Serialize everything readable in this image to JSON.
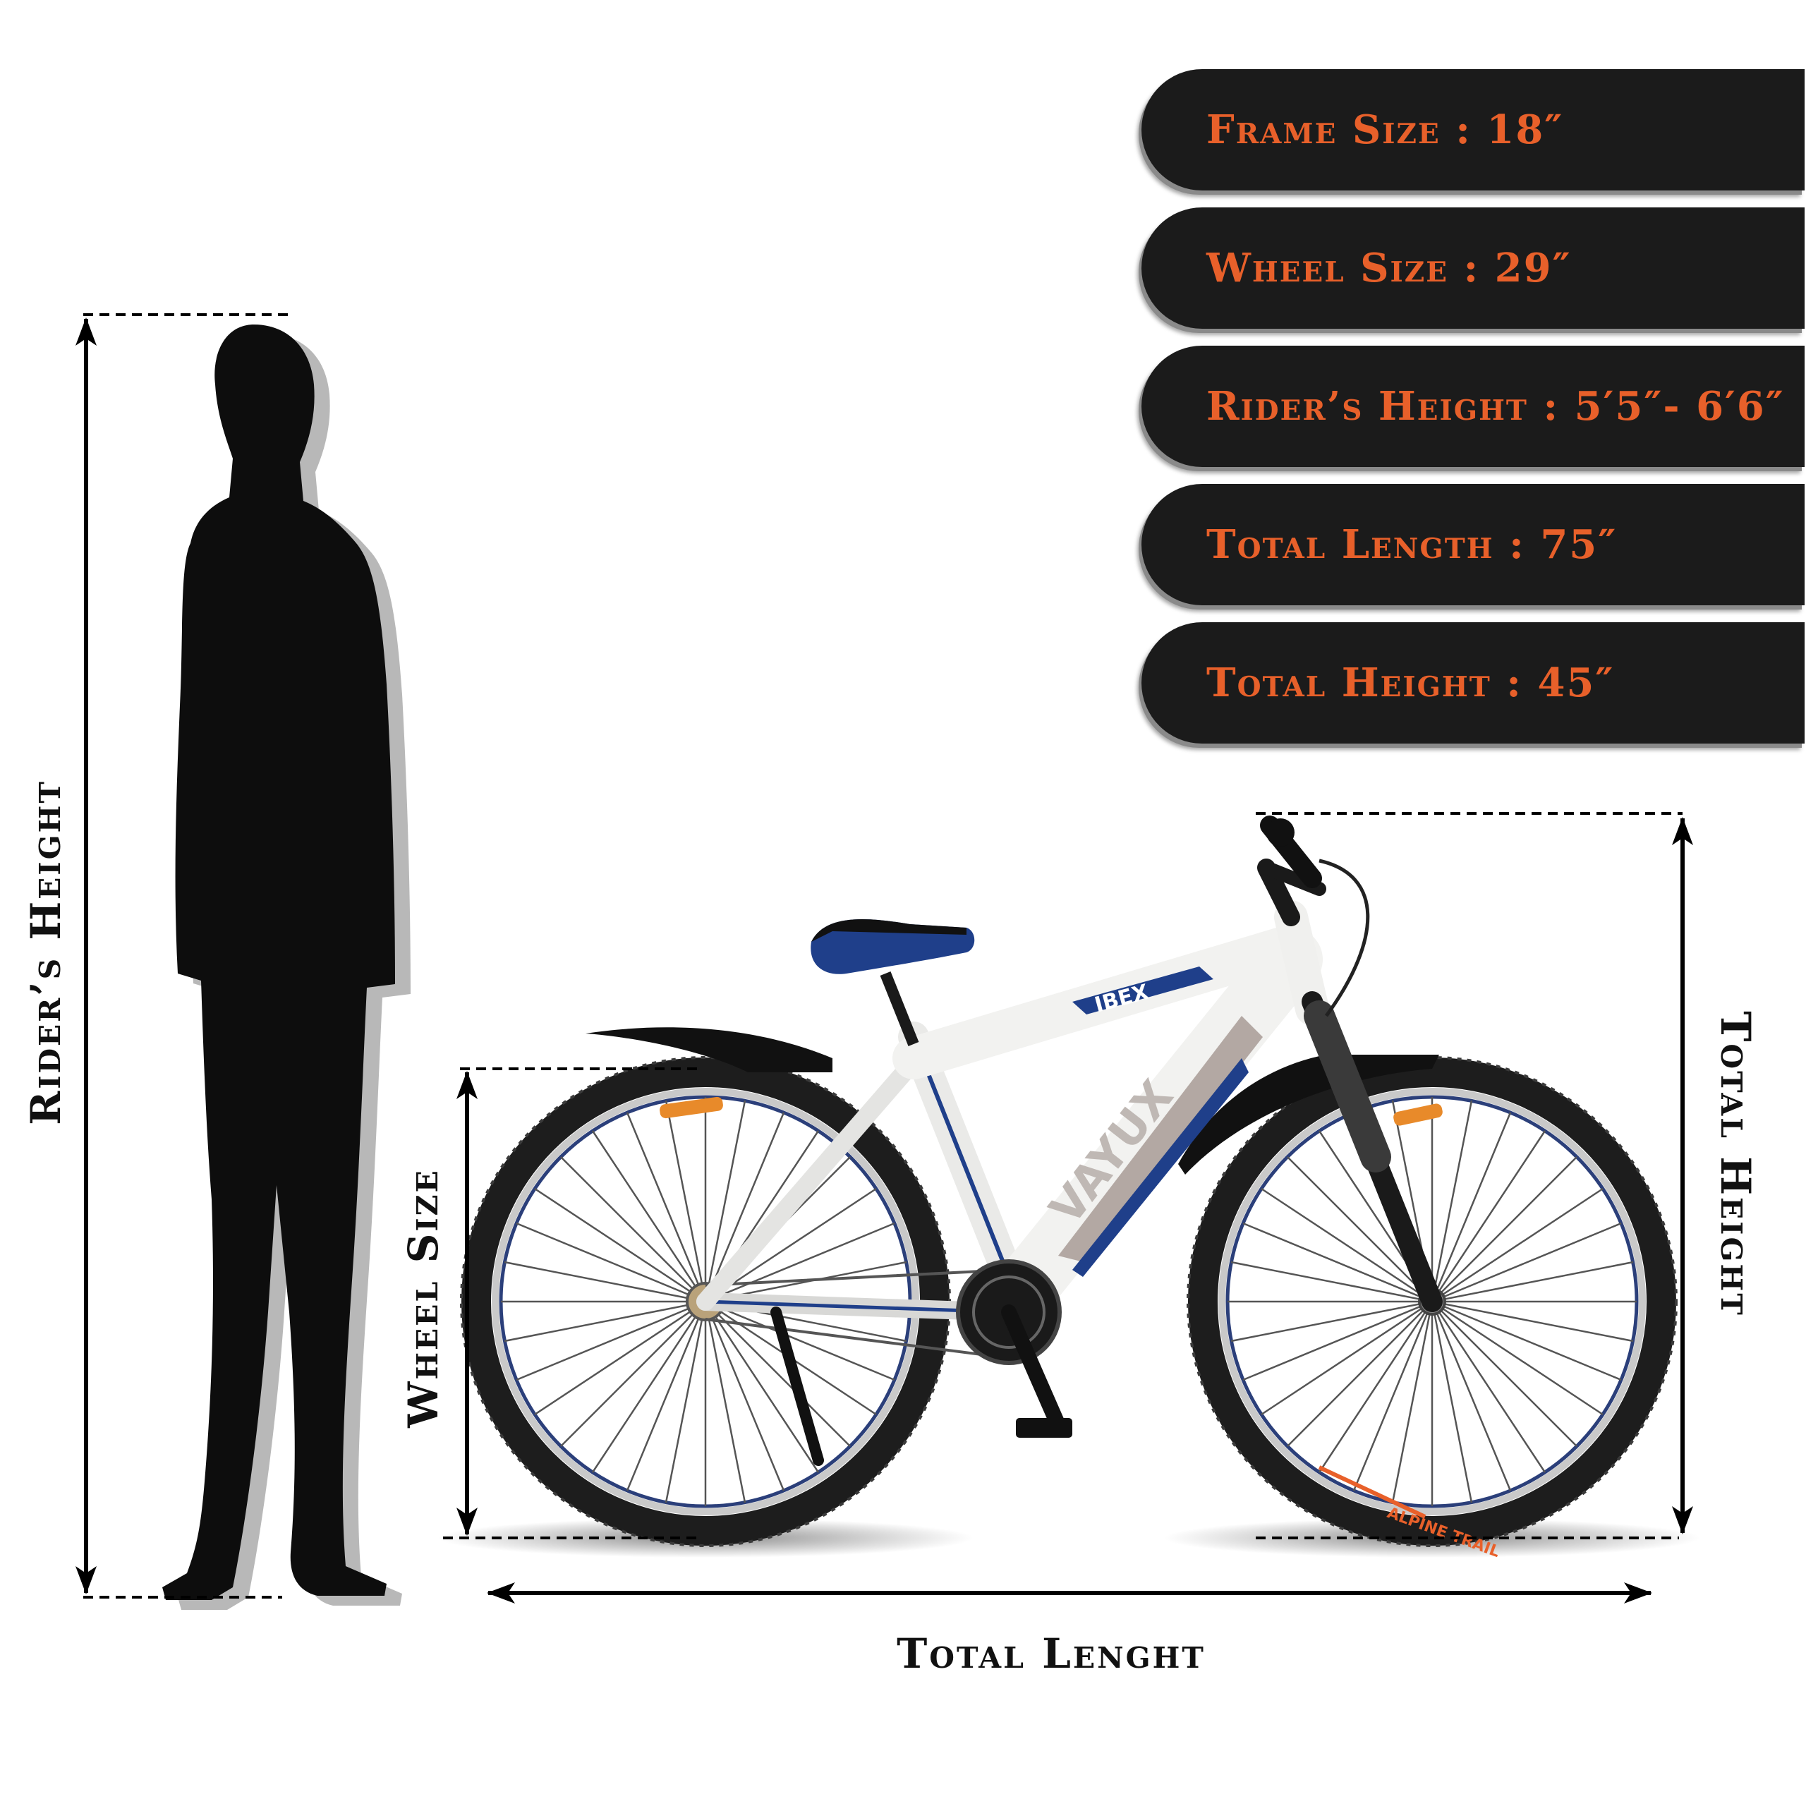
{
  "specs": [
    {
      "label": "Frame Size",
      "value": "18″"
    },
    {
      "label": "Wheel Size",
      "value": "29″"
    },
    {
      "label": "Rider’s Height",
      "value": "5′5″- 6′6″"
    },
    {
      "label": "Total Length",
      "value": "75″"
    },
    {
      "label": "Total Height",
      "value": "45″"
    }
  ],
  "labels": {
    "riders_height": "Rider’s Height",
    "wheel_size": "Wheel Size",
    "total_height": "Total Height",
    "total_length": "Total Lenght"
  },
  "bike": {
    "brand": "VAYUX",
    "model": "IBEX",
    "tyre": "ALPINE TRAIL"
  },
  "colors": {
    "pill_bg": "#1b1b1b",
    "spec_text": "#e8602a",
    "frame": "#f2f2f0",
    "accent_blue": "#1f3f8a",
    "silhouette": "#0d0d0d"
  }
}
